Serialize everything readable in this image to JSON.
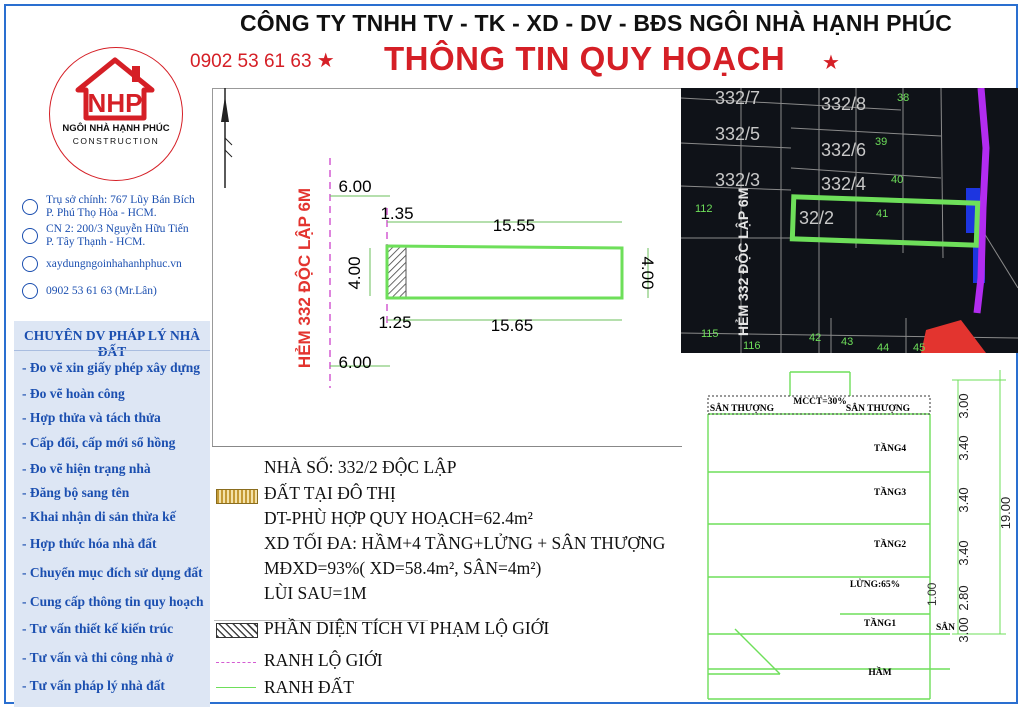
{
  "header": {
    "company": "CÔNG TY TNHH TV - TK - XD - DV - BĐS NGÔI NHÀ HẠNH PHÚC",
    "phone": "0902 53 61 63",
    "title": "THÔNG TIN QUY HOẠCH",
    "star": "★"
  },
  "logo": {
    "mark": "NHP",
    "name": "NGÔI NHÀ HẠNH PHÚC",
    "sub": "CONSTRUCTION"
  },
  "contacts": [
    {
      "icon": "location-pin-icon",
      "lines": [
        "Trụ sở chính: 767 Lũy Bán Bích",
        "P. Phú Thọ Hòa - HCM."
      ]
    },
    {
      "icon": "location-pin-icon",
      "lines": [
        "CN 2: 200/3 Nguyễn Hữu Tiến",
        "P. Tây Thạnh - HCM."
      ]
    },
    {
      "icon": "globe-icon",
      "lines": [
        "xaydungngoinhahanhphuc.vn"
      ]
    },
    {
      "icon": "phone-icon",
      "lines": [
        "0902 53 61 63 (Mr.Lân)"
      ]
    }
  ],
  "services": {
    "heading": "CHUYÊN DV PHÁP LÝ NHÀ ĐẤT",
    "items": [
      "- Đo vẽ xin giấy phép xây dựng",
      "- Đo vẽ hoàn công",
      "- Hợp thửa và tách thửa",
      "- Cấp đổi, cấp mới sổ hồng",
      "- Đo vẽ hiện trạng nhà",
      "- Đăng bộ sang tên",
      "- Khai nhận di sản thừa kế",
      "- Hợp thức hóa nhà đất",
      "- Chuyển mục đích sử dụng đất",
      "- Cung cấp thông tin quy hoạch",
      "- Tư vấn thiết kế kiến trúc",
      "- Tư vấn và thi công nhà ở",
      "- Tư vấn pháp lý nhà đất"
    ]
  },
  "plot": {
    "street": "HẺM 332 ĐỘC LẬP 6M",
    "dims": {
      "top_setback": "6.00",
      "top_violation": "1.35",
      "top_length": "15.55",
      "left_width": "4.00",
      "right_width": "4.00",
      "bottom_violation": "1.25",
      "bottom_length": "15.65",
      "bottom_setback": "6.00"
    }
  },
  "info": {
    "house_no": "NHÀ SỐ: 332/2 ĐỘC LẬP",
    "urban_land": "ĐẤT TẠI ĐÔ THỊ",
    "area": "DT-PHÙ HỢP QUY HOẠCH=62.4m²",
    "max_build": "XD TỐI ĐA: HẦM+4 TẦNG+LỬNG + SÂN THƯỢNG",
    "density": "MĐXD=93%( XD=58.4m², SÂN=4m²)",
    "setback": "LÙI SAU=1M",
    "violation": "PHẦN DIỆN TÍCH VI PHẠM LỘ GIỚI",
    "road_line": "RANH LỘ GIỚI",
    "land_line": "RANH ĐẤT"
  },
  "map": {
    "street": "HẺM 332 ĐỘC LẬP 6M",
    "parcels": [
      {
        "label": "332/7"
      },
      {
        "label": "332/5"
      },
      {
        "label": "332/3"
      },
      {
        "label": "332/8"
      },
      {
        "label": "332/6"
      },
      {
        "label": "332/4"
      },
      {
        "label": "32/2"
      }
    ],
    "numbers": [
      "38",
      "39",
      "40",
      "41",
      "112",
      "115",
      "116",
      "42",
      "43",
      "44",
      "45"
    ]
  },
  "section": {
    "mcct": "MCCT=30%",
    "roof_left": "SÂN THƯỢNG",
    "roof_right": "SÂN THƯỢNG",
    "floors": [
      "TẦNG4",
      "TẦNG3",
      "TẦNG2",
      "LỬNG:65%",
      "TẦNG1",
      "HẦM"
    ],
    "yard": "SÂN",
    "mezz_dim": "1.00",
    "heights": [
      "3.00",
      "3.40",
      "3.40",
      "3.40",
      "2.80",
      "3.00"
    ],
    "total": "19.00"
  }
}
